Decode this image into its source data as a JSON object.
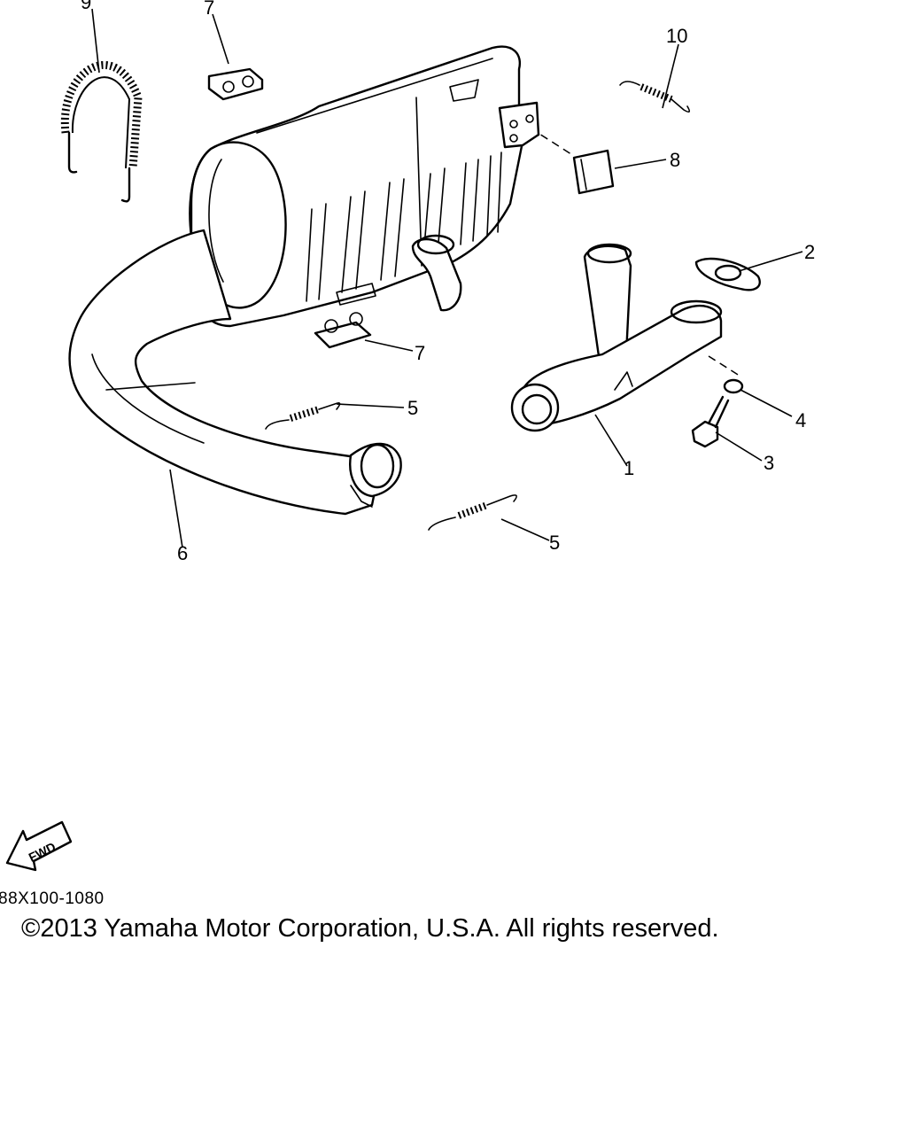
{
  "callouts": {
    "c1": "1",
    "c2": "2",
    "c3": "3",
    "c4": "4",
    "c5a": "5",
    "c5b": "5",
    "c6": "6",
    "c7a": "7",
    "c7b": "7",
    "c8": "8",
    "c9": "9",
    "c10": "10"
  },
  "fwd_label": "FWD",
  "diagram_code": "88X100-1080",
  "copyright": "©2013 Yamaha Motor Corporation, U.S.A. All rights reserved."
}
